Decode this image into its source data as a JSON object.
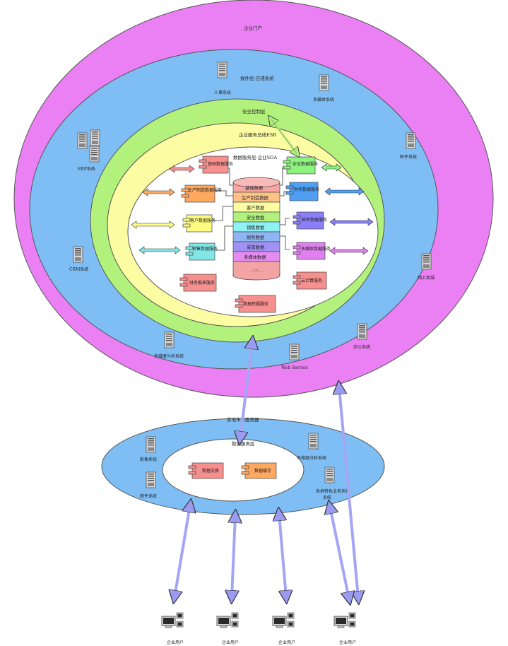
{
  "rings": {
    "portal": "企业门户",
    "middleware": "规件层-应递系统",
    "security": "安全控制层",
    "esb": "企业服务总线ESB",
    "soa": "数据服务层-企业SOA"
  },
  "outer_systems": {
    "hr": "人事系统",
    "multimedia": "多媒体系统",
    "erp": "ERP系统",
    "mail": "邮件系统",
    "crm": "CRM系统",
    "mall": "网上商城",
    "olap": "多维度分析系统",
    "web": "Web Service",
    "office": "办公系统"
  },
  "services_left": {
    "base": "基础数据服务",
    "production": "生产制造数据服务",
    "customer": "客户数据服务",
    "sales": "销售数据服务",
    "finance_report": "财务报表服务"
  },
  "services_right": {
    "security": "安全数据服务",
    "finance": "财务数据服务",
    "mail": "邮件数据服务",
    "multimedia": "多媒体数据服务",
    "cloud": "云计算服务"
  },
  "data_mining": "数据挖掘服务",
  "stack": [
    "基础数据",
    "生产制造数据",
    "客户数据",
    "安全数据",
    "销售数据",
    "财务数据",
    "采营数据",
    "多媒体数据",
    "…"
  ],
  "branch": {
    "title": "各地市分服务器",
    "inner": "数据服务层",
    "video": "影像系统",
    "mail": "邮件系统",
    "olap": "多维度分析系统",
    "local": "各地特色业务系统",
    "exchange": "数据交换",
    "cache": "数据缓存"
  },
  "users": [
    "企业用户",
    "企业用户",
    "企业用户",
    "企业用户"
  ],
  "colors": {
    "portal": "#ea80f4",
    "middleware": "#7fbef4",
    "security": "#b2f27c",
    "esb": "#fcfca2",
    "arrow": "#a5a5f5"
  }
}
